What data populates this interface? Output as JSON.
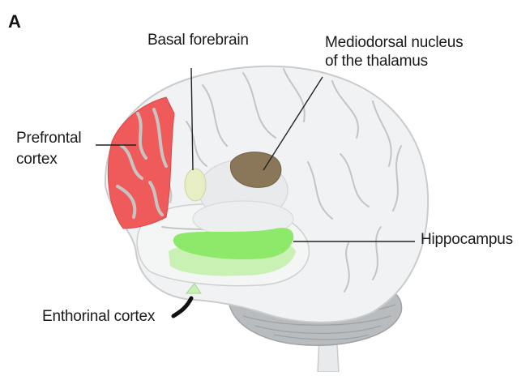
{
  "panel_letter": "A",
  "labels": {
    "basal_forebrain": "Basal forebrain",
    "mediodorsal_line1": "Mediodorsal nucleus",
    "mediodorsal_line2": "of the thalamus",
    "prefrontal_line1": "Prefrontal",
    "prefrontal_line2": "cortex",
    "hippocampus": "Hippocampus",
    "enthorinal": "Enthorinal cortex"
  },
  "colors": {
    "brain": "#f1f2f3",
    "brain_outline": "#c9cbcd",
    "sulci": "#c2c4c6",
    "cerebellum": "#b8bcbf",
    "prefrontal": "#ef5b5b",
    "hippocampus": "#8ee86a",
    "hippocampus_light": "#c9f1b4",
    "thalamus": "#8a7759",
    "basal_forebrain": "#e7eec4",
    "leader_line": "#222222"
  }
}
